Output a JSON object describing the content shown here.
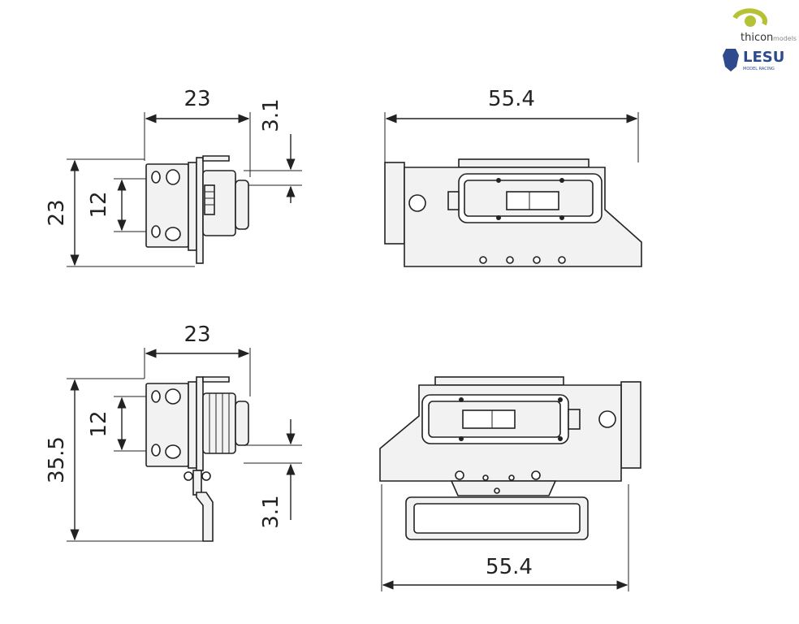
{
  "brand": {
    "logo1_text": "thicon",
    "logo1_sub": "models",
    "logo2_text": "LESU",
    "logo2_sub": "MODEL RACING",
    "accent_green": "#b5c236",
    "accent_blue": "#2d4a8c"
  },
  "dimensions": {
    "top_left_width": "23",
    "top_left_offset": "3.1",
    "top_left_height": "23",
    "top_left_inner": "12",
    "top_right_width": "55.4",
    "bottom_left_width": "23",
    "bottom_left_height": "35.5",
    "bottom_left_inner": "12",
    "bottom_left_offset": "3.1",
    "bottom_right_width": "55.4"
  }
}
